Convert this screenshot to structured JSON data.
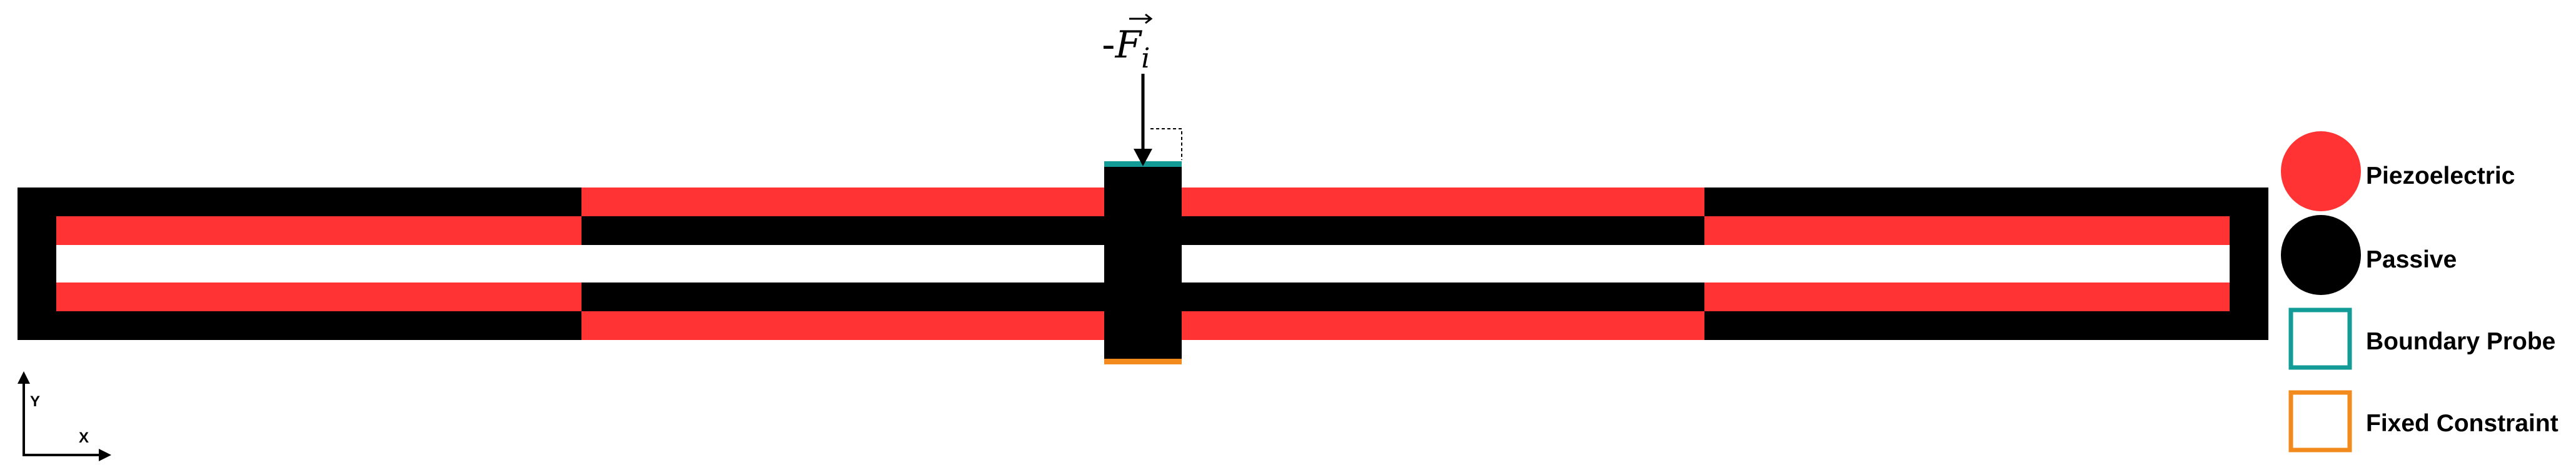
{
  "force_label": {
    "prefix": "-",
    "symbol": "F",
    "subscript": "i"
  },
  "axes": {
    "y_label": "Y",
    "x_label": "X"
  },
  "legend": {
    "piezoelectric": "Piezoelectric",
    "passive": "Passive",
    "boundary_probe": "Boundary Probe",
    "fixed_constraint": "Fixed Constraint"
  },
  "colors": {
    "piezoelectric": "#ff3333",
    "passive": "#000000",
    "boundary_probe": "#139b98",
    "fixed_constraint": "#f28a1e"
  }
}
